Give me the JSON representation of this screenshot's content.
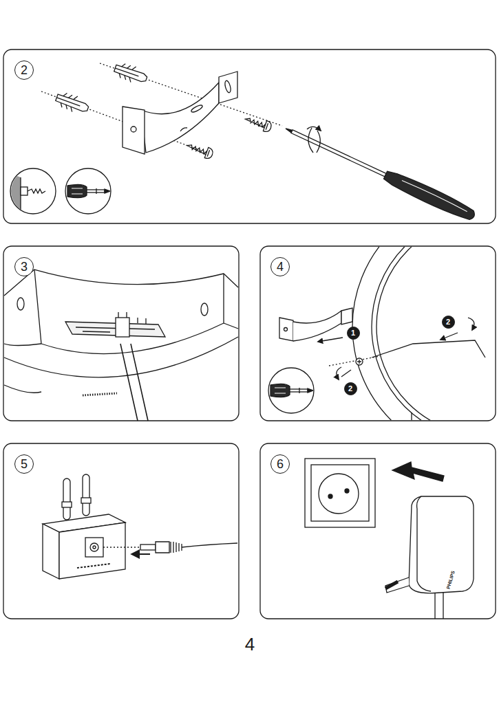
{
  "diagram": {
    "nodes": [
      {
        "text": [
          "2"
        ]
      },
      {
        "text": [
          "3"
        ]
      },
      {
        "text": [
          "4"
        ]
      },
      {
        "text": [
          "1"
        ]
      },
      {
        "text": [
          "2"
        ]
      },
      {
        "text": [
          "2"
        ]
      },
      {
        "text": [
          "5"
        ]
      },
      {
        "text": [
          "6"
        ]
      }
    ],
    "labels": [
      "PHILIPS",
      "4"
    ]
  }
}
